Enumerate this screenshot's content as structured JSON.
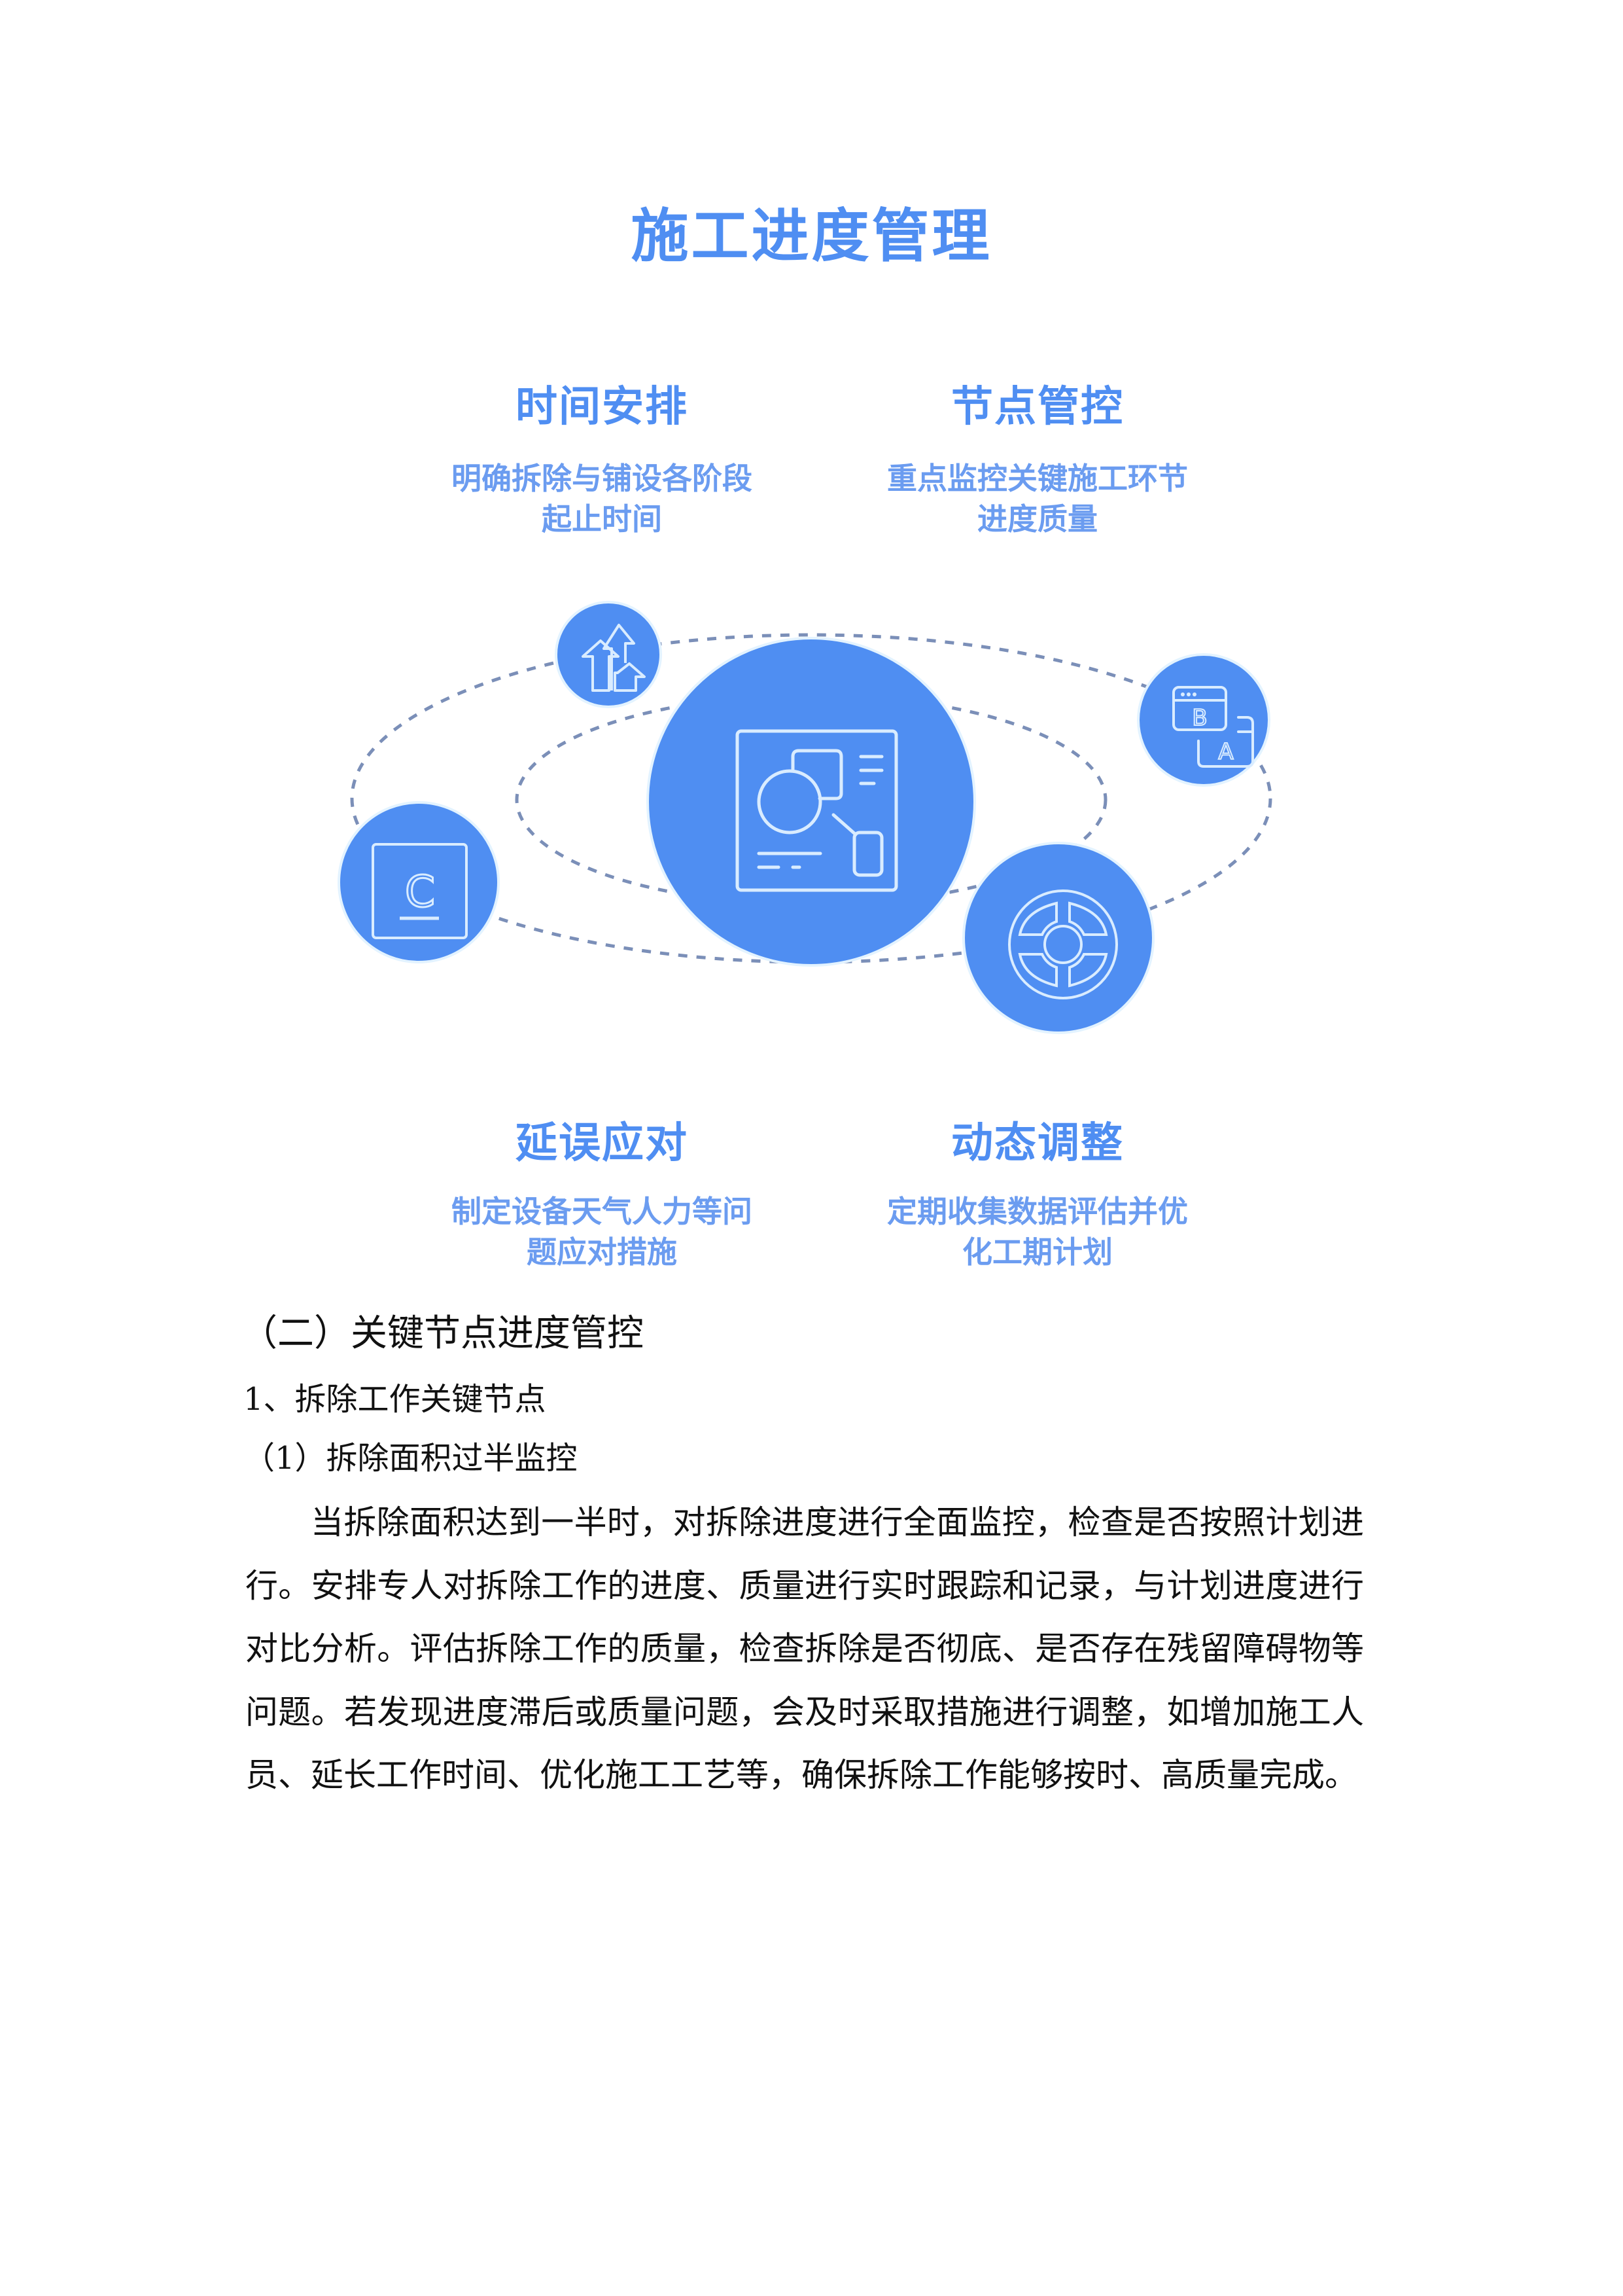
{
  "infographic": {
    "title": "施工进度管理",
    "accent_color": "#4f8ef2",
    "sections": [
      {
        "heading": "时间安排",
        "desc_line1": "明确拆除与铺设各阶段",
        "desc_line2": "起止时间"
      },
      {
        "heading": "节点管控",
        "desc_line1": "重点监控关键施工环节",
        "desc_line2": "进度质量"
      },
      {
        "heading": "延误应对",
        "desc_line1": "制定设备天气人力等问",
        "desc_line2": "题应对措施"
      },
      {
        "heading": "动态调整",
        "desc_line1": "定期收集数据评估并优",
        "desc_line2": "化工期计划"
      }
    ],
    "icons": {
      "center": "diagram-board-icon",
      "top_left": "growth-arrows-icon",
      "top_right": "b-to-a-windows-icon",
      "left": "c-key-icon",
      "bottom_right": "wheel-icon"
    },
    "icon_letters": {
      "b": "B",
      "a": "A",
      "c": "C"
    }
  },
  "document": {
    "heading_level2": "（二）关键节点进度管控",
    "heading_level3": "1、拆除工作关键节点",
    "heading_level4": "（1）拆除面积过半监控",
    "paragraph": "当拆除面积达到一半时，对拆除进度进行全面监控，检查是否按照计划进行。安排专人对拆除工作的进度、质量进行实时跟踪和记录，与计划进度进行对比分析。评估拆除工作的质量，检查拆除是否彻底、是否存在残留障碍物等问题。若发现进度滞后或质量问题，会及时采取措施进行调整，如增加施工人员、延长工作时间、优化施工工艺等，确保拆除工作能够按时、高质量完成。"
  }
}
